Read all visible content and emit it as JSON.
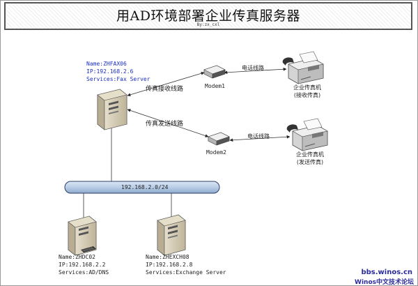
{
  "header": {
    "title": "用AD环境部署企业传真服务器",
    "author": "By:zx_cxl"
  },
  "fax_server": {
    "name": "Name:ZHFAX06",
    "ip": "IP:192.168.2.6",
    "services": "Services:Fax Server"
  },
  "lines": {
    "receive_line": "传真接收线路",
    "send_line": "传真发送线路",
    "phone_line_1": "电话线路",
    "phone_line_2": "电话线路"
  },
  "modems": {
    "modem1": "Modem1",
    "modem2": "Modem2"
  },
  "fax_machines": {
    "receive": {
      "name": "企业传真机",
      "role": "(接收传真)"
    },
    "send": {
      "name": "企业传真机",
      "role": "(发送传真)"
    }
  },
  "network": {
    "subnet": "192.168.2.0/24"
  },
  "dc_server": {
    "name": "Name:ZHDC02",
    "ip": "IP:192.168.2.2",
    "services": "Services:AD/DNS"
  },
  "exchange_server": {
    "name": "Name:ZHEXCH08",
    "ip": "IP:192.168.2.8",
    "services": "Services:Exchange Server"
  },
  "watermark": {
    "site": "bbs.winos.cn",
    "forum": "Winos中文技术论坛"
  },
  "colors": {
    "server_body": "#d9d1bd",
    "server_front": "#c9bfa6",
    "bus_fill": "#b9cde6",
    "bus_stroke": "#2d3f66",
    "label_blue": "#1a2fbf",
    "watermark": "#2a2a9a"
  }
}
